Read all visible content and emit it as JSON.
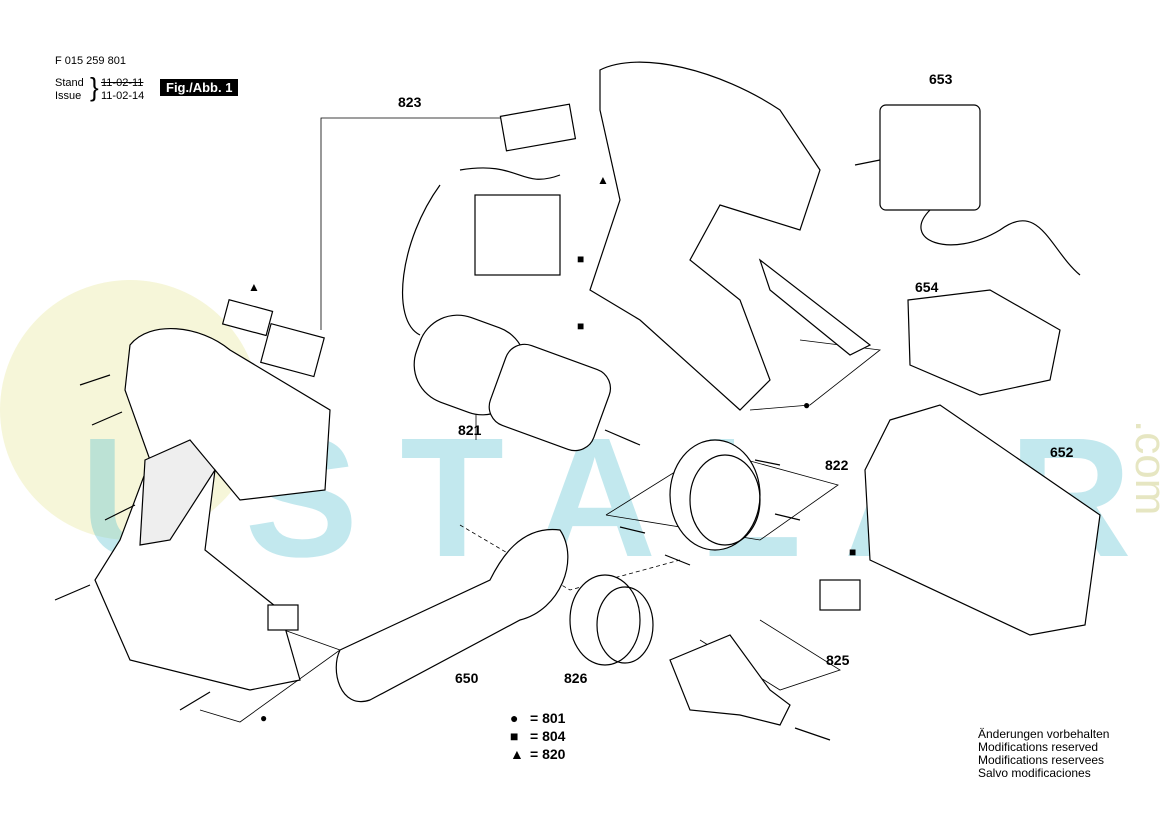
{
  "header": {
    "doc_number": "F 015 259 801",
    "stand_label": "Stand",
    "issue_label": "Issue",
    "old_date": "11-02-11",
    "new_date": "11-02-14",
    "figure": "Fig./Abb. 1"
  },
  "part_labels": {
    "p823": "823",
    "p653": "653",
    "p654": "654",
    "p821": "821",
    "p822": "822",
    "p652": "652",
    "p650": "650",
    "p826": "826",
    "p825": "825"
  },
  "legend": [
    {
      "symbol": "●",
      "value": "= 801"
    },
    {
      "symbol": "■",
      "value": "= 804"
    },
    {
      "symbol": "▲",
      "value": "= 820"
    }
  ],
  "notes": [
    "Änderungen vorbehalten",
    "Modifications reserved",
    "Modifications reservees",
    "Salvo modificaciones"
  ],
  "watermark": {
    "text": "USTALARA",
    ".com": ".com"
  }
}
